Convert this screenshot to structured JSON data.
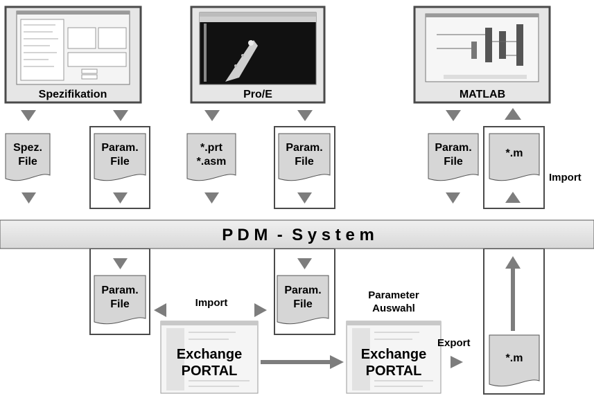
{
  "apps": {
    "spezifikation": {
      "label": "Spezifikation"
    },
    "proe": {
      "label": "Pro/E"
    },
    "matlab": {
      "label": "MATLAB"
    }
  },
  "files": {
    "spez_file": {
      "line1": "Spez.",
      "line2": "File"
    },
    "param_file_1": {
      "line1": "Param.",
      "line2": "File"
    },
    "prt_asm": {
      "line1": "*.prt",
      "line2": "*.asm"
    },
    "param_file_2": {
      "line1": "Param.",
      "line2": "File"
    },
    "param_file_3": {
      "line1": "Param.",
      "line2": "File"
    },
    "m_file_top": {
      "line1": "*.m"
    },
    "param_file_lower_1": {
      "line1": "Param.",
      "line2": "File"
    },
    "param_file_lower_2": {
      "line1": "Param.",
      "line2": "File"
    },
    "m_file_bottom": {
      "line1": "*.m"
    }
  },
  "pdm": {
    "label": "P D M  -  S y s t e m"
  },
  "labels": {
    "import_right": "Import",
    "import_middle": "Import",
    "parameter_auswahl_1": "Parameter",
    "parameter_auswahl_2": "Auswahl",
    "export": "Export"
  },
  "portals": {
    "portal_1": {
      "line1": "Exchange",
      "line2": "PORTAL"
    },
    "portal_2": {
      "line1": "Exchange",
      "line2": "PORTAL"
    }
  },
  "colors": {
    "arrow": "#7d7d7d",
    "document": "#d6d6d6",
    "pdm_bar": "#e8e8e8",
    "frame": "#4a4a4a"
  }
}
